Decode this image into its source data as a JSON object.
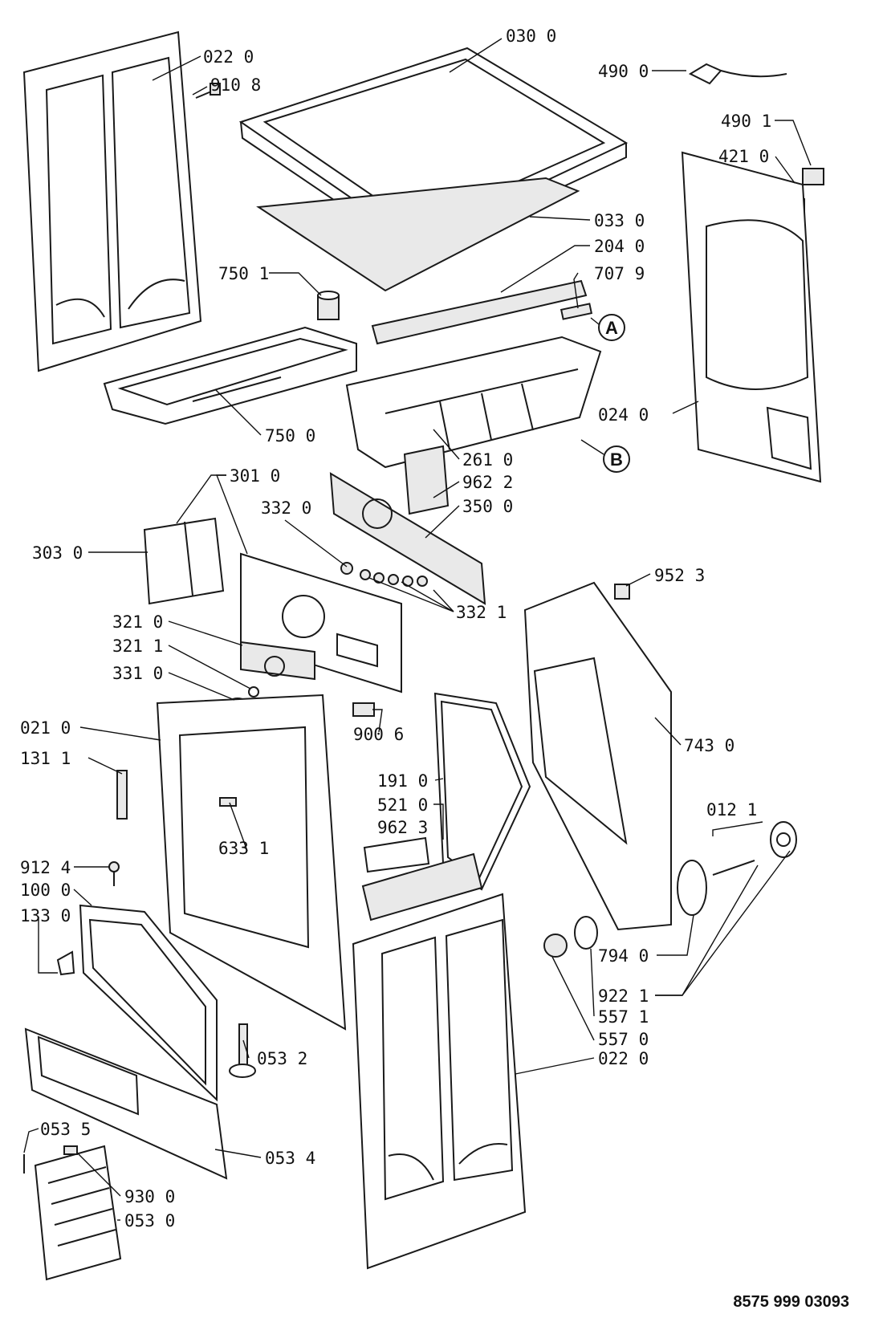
{
  "document_number": "8575 999 03093",
  "markers": {
    "a": "A",
    "b": "B"
  },
  "labels": {
    "p022_0_top": "022 0",
    "p910_8": "910 8",
    "p030_0": "030 0",
    "p490_0": "490 0",
    "p490_1": "490 1",
    "p421_0": "421 0",
    "p033_0": "033 0",
    "p204_0": "204 0",
    "p750_1": "750 1",
    "p707_9": "707 9",
    "p024_0": "024 0",
    "p750_0": "750 0",
    "p261_0": "261 0",
    "p301_0": "301 0",
    "p962_2": "962 2",
    "p332_0": "332 0",
    "p350_0": "350 0",
    "p303_0": "303 0",
    "p952_3": "952 3",
    "p332_1": "332 1",
    "p321_0": "321 0",
    "p321_1": "321 1",
    "p331_0": "331 0",
    "p021_0": "021 0",
    "p900_6": "900 6",
    "p743_0": "743 0",
    "p131_1": "131 1",
    "p191_0": "191 0",
    "p521_0": "521 0",
    "p962_3": "962 3",
    "p012_1": "012 1",
    "p633_1": "633 1",
    "p912_4": "912 4",
    "p100_0": "100 0",
    "p133_0": "133 0",
    "p794_0": "794 0",
    "p922_1": "922 1",
    "p557_1": "557 1",
    "p557_0": "557 0",
    "p053_2": "053 2",
    "p022_0_bottom": "022 0",
    "p053_5": "053 5",
    "p053_4": "053 4",
    "p930_0": "930 0",
    "p053_0": "053 0"
  }
}
